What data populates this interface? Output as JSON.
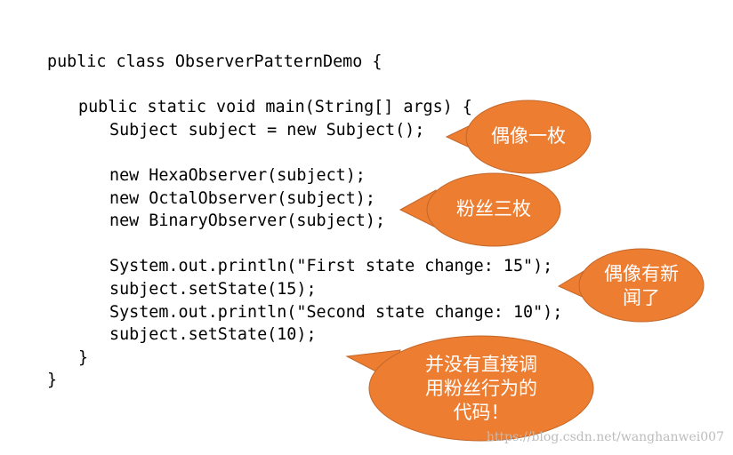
{
  "code": {
    "lines": [
      "public class ObserverPatternDemo {",
      "public static void main(String[] args) {",
      "Subject subject = new Subject();",
      "new HexaObserver(subject);",
      "new OctalObserver(subject);",
      "new BinaryObserver(subject);",
      "System.out.println(\"First state change: 15\");",
      "subject.setState(15);",
      "System.out.println(\"Second state change: 10\");",
      "subject.setState(10);",
      "}",
      "}"
    ]
  },
  "callouts": {
    "idol": "偶像一枚",
    "fans": "粉丝三枚",
    "news": "偶像有新\n闻了",
    "no_fan_code": "并没有直接调\n用粉丝行为的\n代码！"
  },
  "colors": {
    "callout_fill": "#ED7D31",
    "callout_stroke": "#C2672A",
    "code_text": "#000000"
  },
  "watermark": "https://blog.csdn.net/wanghanwei007"
}
